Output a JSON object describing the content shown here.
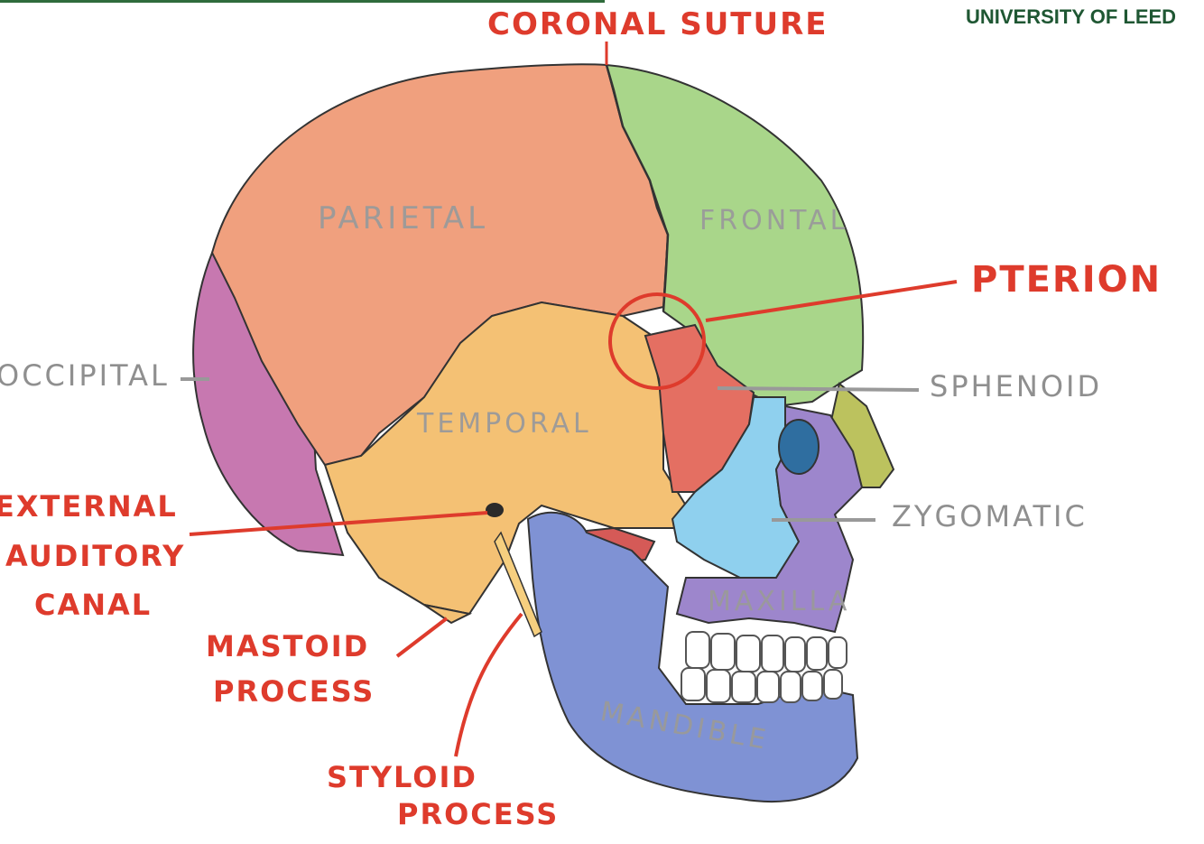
{
  "brand": {
    "text": "UNIVERSITY OF LEED"
  },
  "labels": {
    "coronal_suture": "CORONAL SUTURE",
    "pterion": "PTERION",
    "sphenoid": "SPHENOID",
    "zygomatic": "ZYGOMATIC",
    "occipital": "OCCIPITAL",
    "external_auditory_canal": [
      "EXTERNAL",
      "AUDITORY",
      "CANAL"
    ],
    "mastoid_process": [
      "MASTOID",
      "PROCESS"
    ],
    "styloid_process": [
      "STYLOID",
      "PROCESS"
    ]
  },
  "bone_names": {
    "parietal": "PARIETAL",
    "frontal": "FRONTAL",
    "temporal": "TEMPORAL",
    "maxilla": "MAXILLA",
    "mandible": "MANDIBLE"
  },
  "colors": {
    "annotation_red": "#de3b2c",
    "label_grey": "#8f8f8f",
    "parietal": "#f0a07e",
    "frontal": "#a9d68a",
    "occipital": "#c778b0",
    "temporal": "#f4c174",
    "sphenoid": "#e46f62",
    "zygomatic": "#8fd0ee",
    "maxilla": "#9d86cc",
    "mandible": "#7f92d4",
    "nasal": "#bcc25e",
    "brand_green": "#1f5733"
  }
}
